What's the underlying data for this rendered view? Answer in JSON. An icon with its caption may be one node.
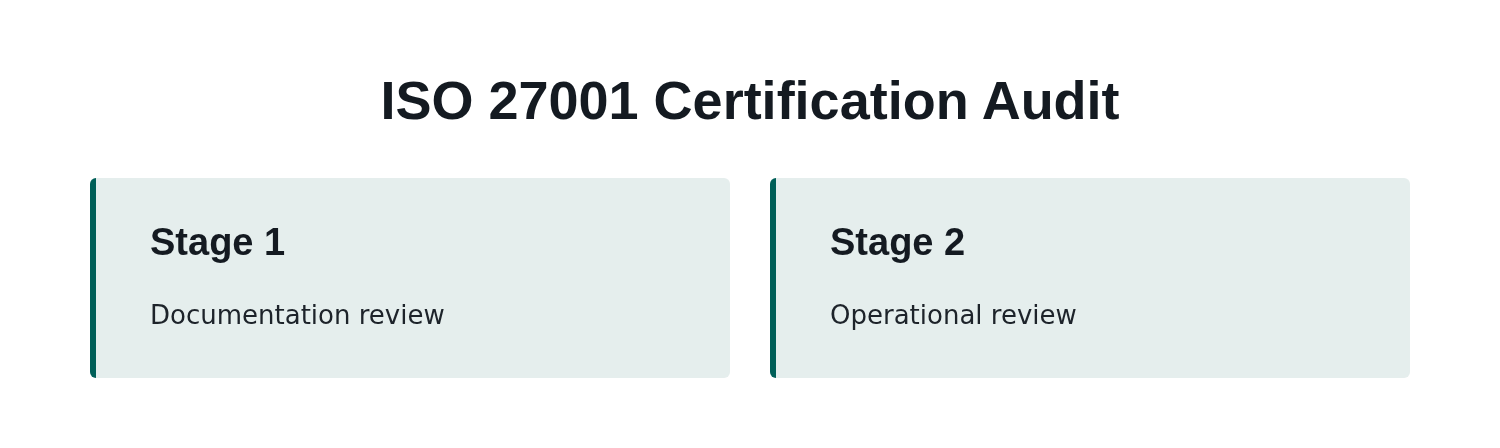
{
  "diagram": {
    "title": "ISO 27001 Certification Audit",
    "nodes": [
      {
        "text": [
          "Stage 1",
          "Documentation review"
        ]
      },
      {
        "text": [
          "Stage 2",
          "Operational review"
        ]
      }
    ]
  }
}
